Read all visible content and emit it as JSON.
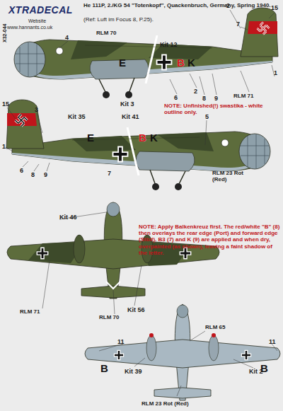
{
  "diagram": {
    "title": "He 111P, 2./KG 54 \"Totenkopf\", Quackenbruch, Germany, Spring 1940.",
    "labels": [
      "X32-044",
      "XTRADECAL",
      "Website",
      "www.hannants.co.uk",
      "(Ref: Luft im Focus 8, P.25).",
      "RLM 70",
      "4",
      "2",
      "15",
      "7",
      "Kit 12",
      "E",
      "B",
      "K",
      "Kit 3",
      "6",
      "2",
      "8",
      "9",
      "RLM 71",
      "1",
      "NOTE: Unfinished(!) swastika - white outline only.",
      "15",
      "3",
      "5",
      "Kit 35",
      "Kit 41",
      "1",
      "E",
      "B",
      "K",
      "6",
      "8",
      "9",
      "7",
      "RLM 23 Rot (Red)",
      "NOTE: Apply Balkenkreuz first. The red/white \"B\" (8) then overlays the rear edge (Port) and forward edge (Stbd). B3 (7) and K (9) are applied and when dry, overpainted (as shown), leaving a faint shadow of the letter.",
      "Kit 46",
      "RLM 71",
      "RLM 70",
      "Kit 56",
      "RLM 65",
      "Kit 39",
      "Kit 2",
      "11",
      "11",
      "B",
      "B",
      "RLM 23 Rot (Red)"
    ]
  }
}
